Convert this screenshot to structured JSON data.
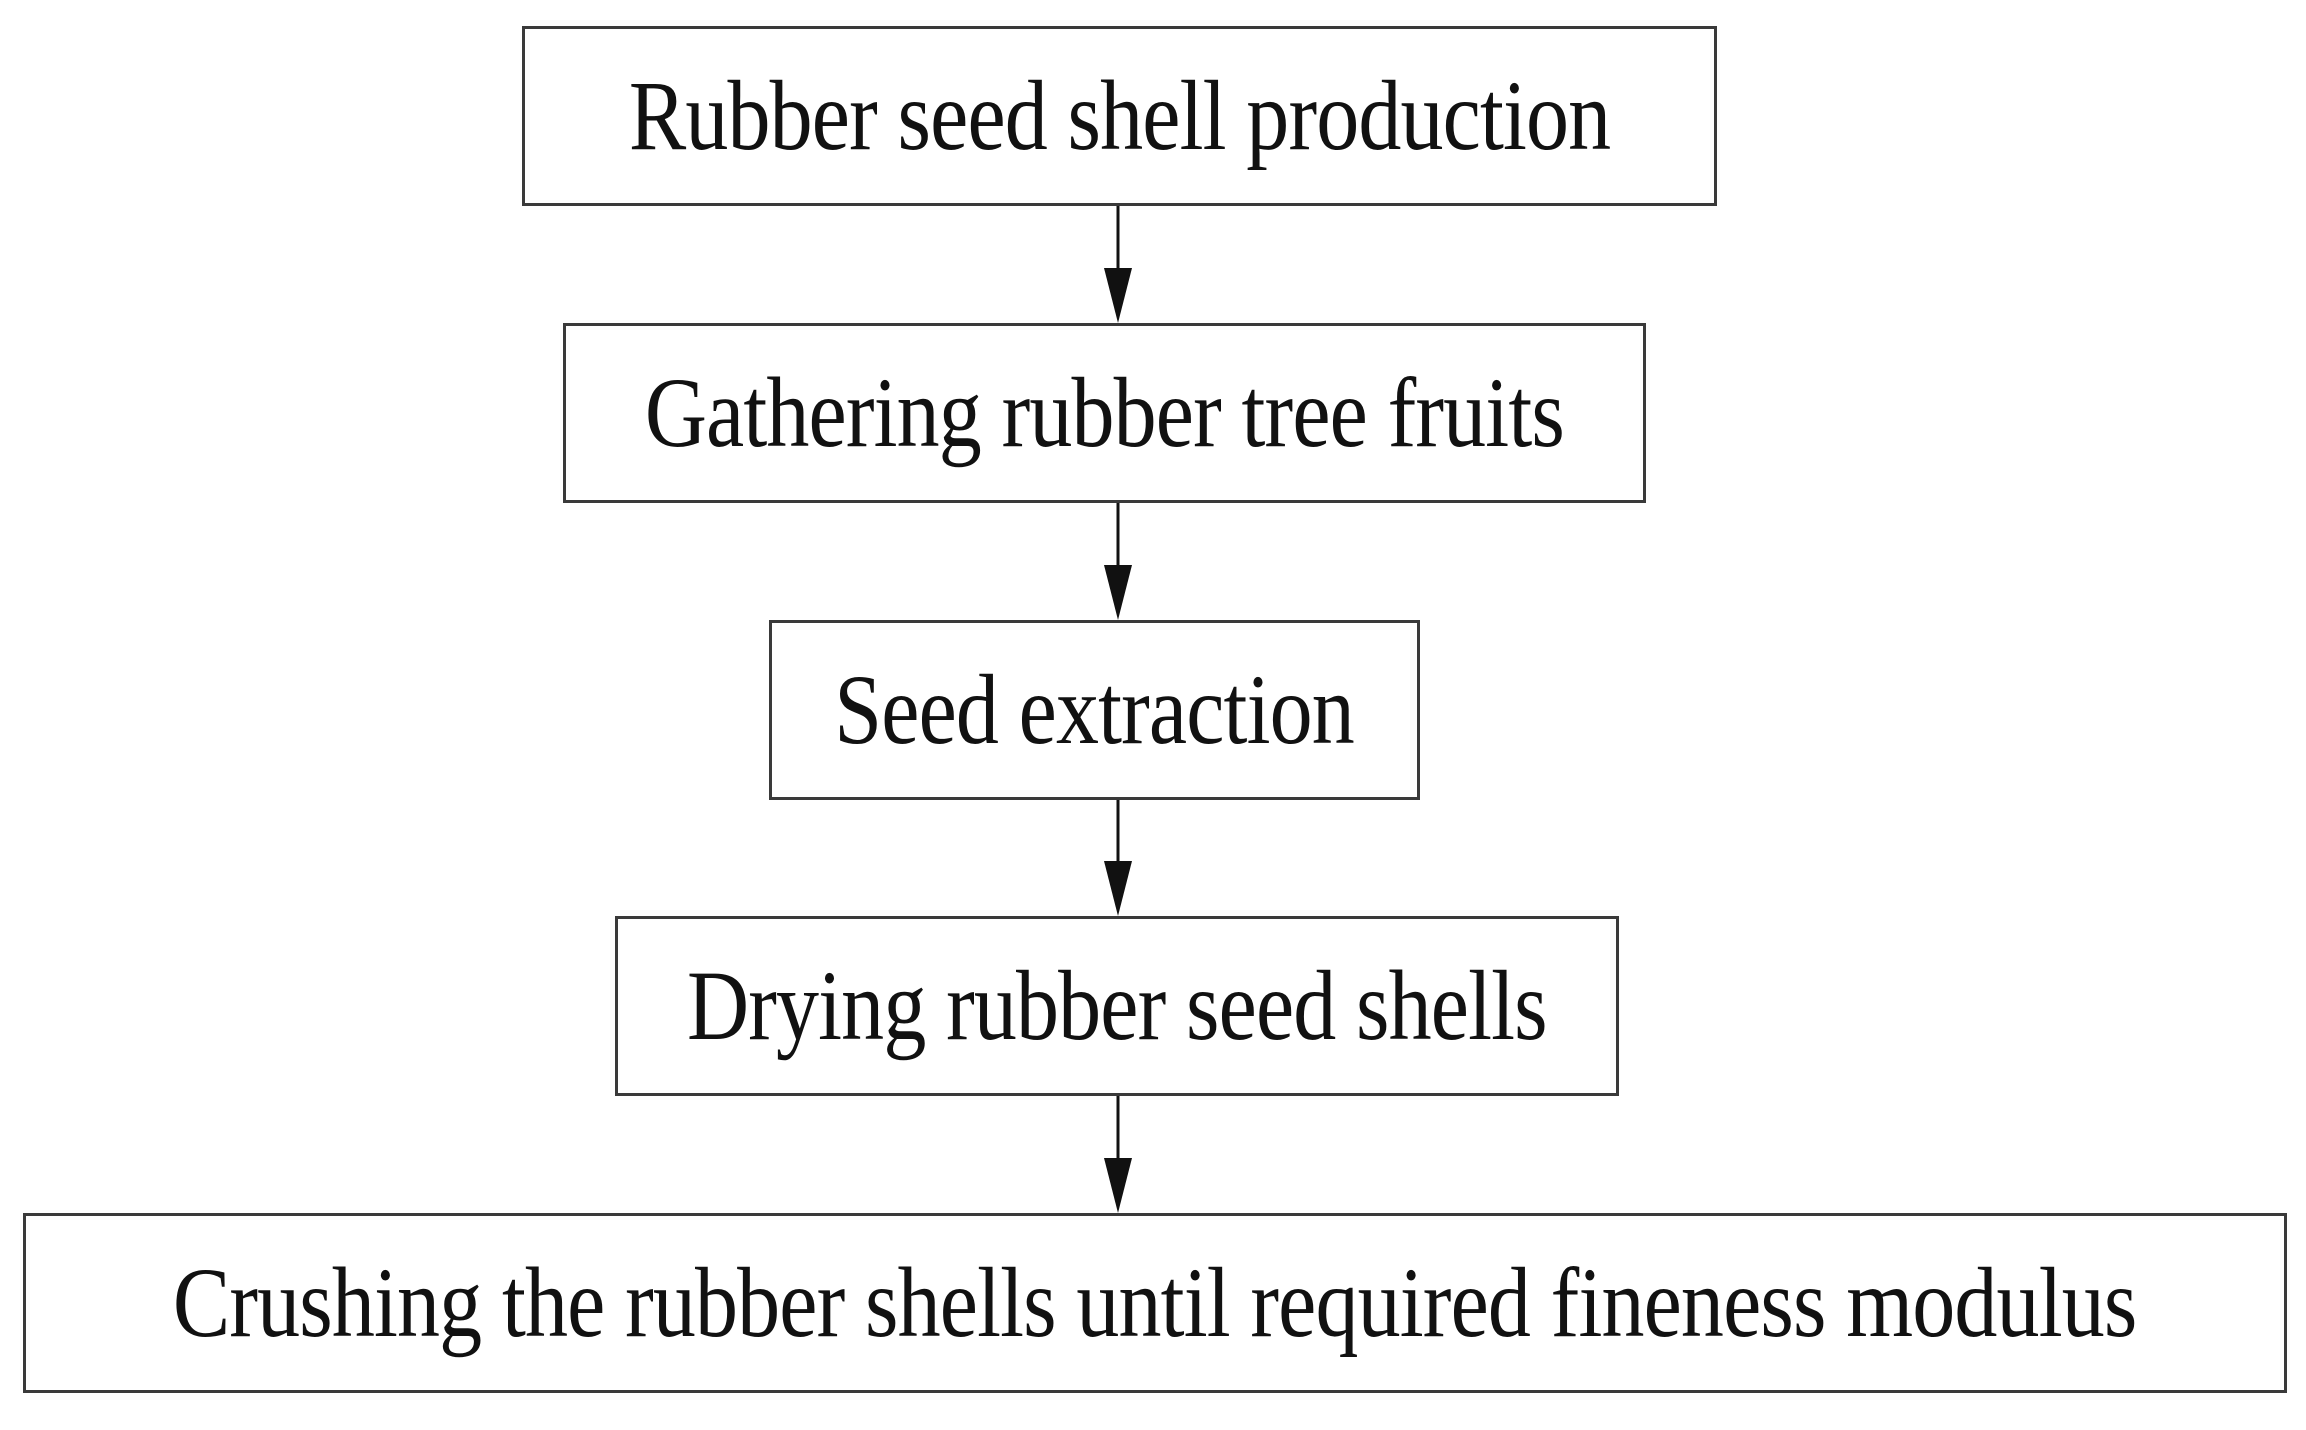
{
  "flowchart": {
    "steps": [
      {
        "label": "Rubber seed shell production"
      },
      {
        "label": "Gathering rubber tree fruits"
      },
      {
        "label": "Seed extraction"
      },
      {
        "label": "Drying rubber seed shells"
      },
      {
        "label": "Crushing the rubber shells until required fineness modulus"
      }
    ],
    "colors": {
      "border": "#3a3a3a",
      "text": "#111111",
      "arrow": "#111111",
      "background": "#ffffff"
    }
  }
}
